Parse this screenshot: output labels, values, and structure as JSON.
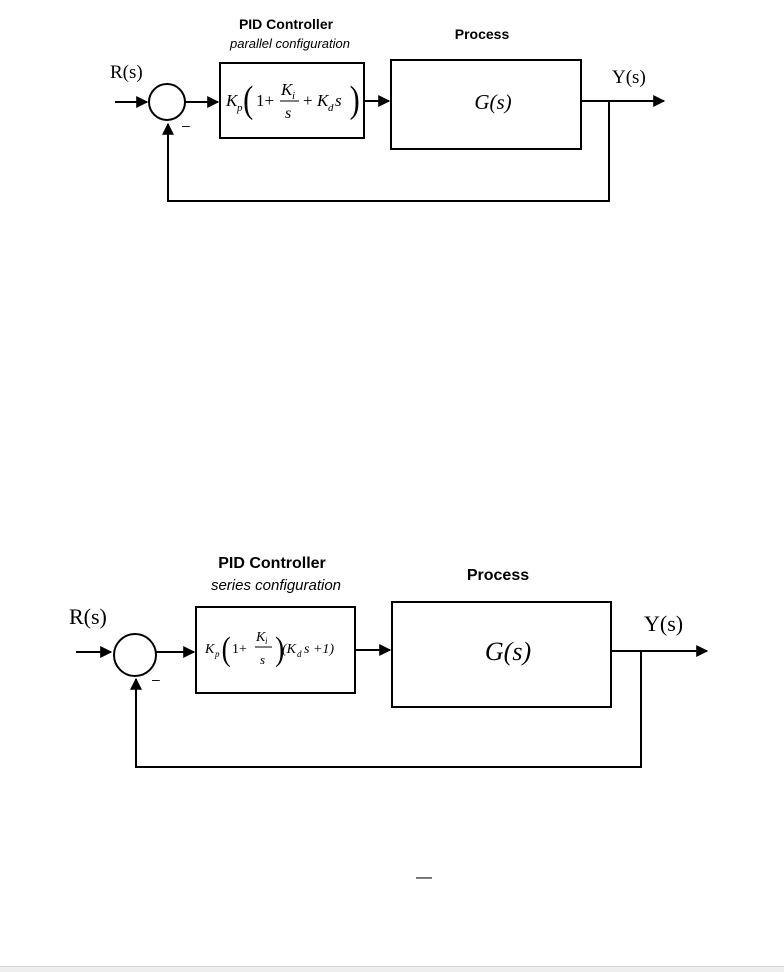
{
  "diagrams": [
    {
      "controller_title": "PID Controller",
      "controller_subtitle": "parallel configuration",
      "process_title": "Process",
      "input_label": "R(s)",
      "output_label": "Y(s)",
      "feedback_sign": "–",
      "plant": "G(s)",
      "controller_expr": {
        "kp": "K",
        "kp_sub": "p",
        "one": "1+",
        "ki": "K",
        "ki_sub": "i",
        "s_den": "s",
        "plus": "+",
        "kd": "K",
        "kd_sub": "d",
        "kd_s": "s"
      }
    },
    {
      "controller_title": "PID Controller",
      "controller_subtitle": "series configuration",
      "process_title": "Process",
      "input_label": "R(s)",
      "output_label": "Y(s)",
      "feedback_sign": "–",
      "plant": "G(s)",
      "controller_expr": {
        "kp": "K",
        "kp_sub": "p",
        "one": "1+",
        "ki": "K",
        "ki_sub": "i",
        "s_den": "s",
        "series_open": "(K",
        "kd_sub": "d",
        "series_close": "s +1)"
      }
    }
  ],
  "footer_mark": "—",
  "colors": {
    "line": "#000000",
    "background": "#ffffff"
  }
}
